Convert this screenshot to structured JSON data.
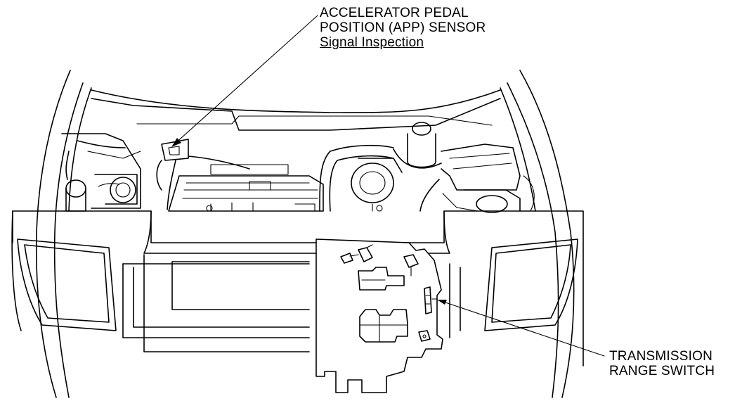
{
  "labels": {
    "app_sensor": {
      "line1": "ACCELERATOR PEDAL",
      "line2": "POSITION (APP) SENSOR",
      "link": "Signal Inspection"
    },
    "transmission_switch": {
      "line1": "TRANSMISSION",
      "line2": "RANGE SWITCH"
    }
  }
}
